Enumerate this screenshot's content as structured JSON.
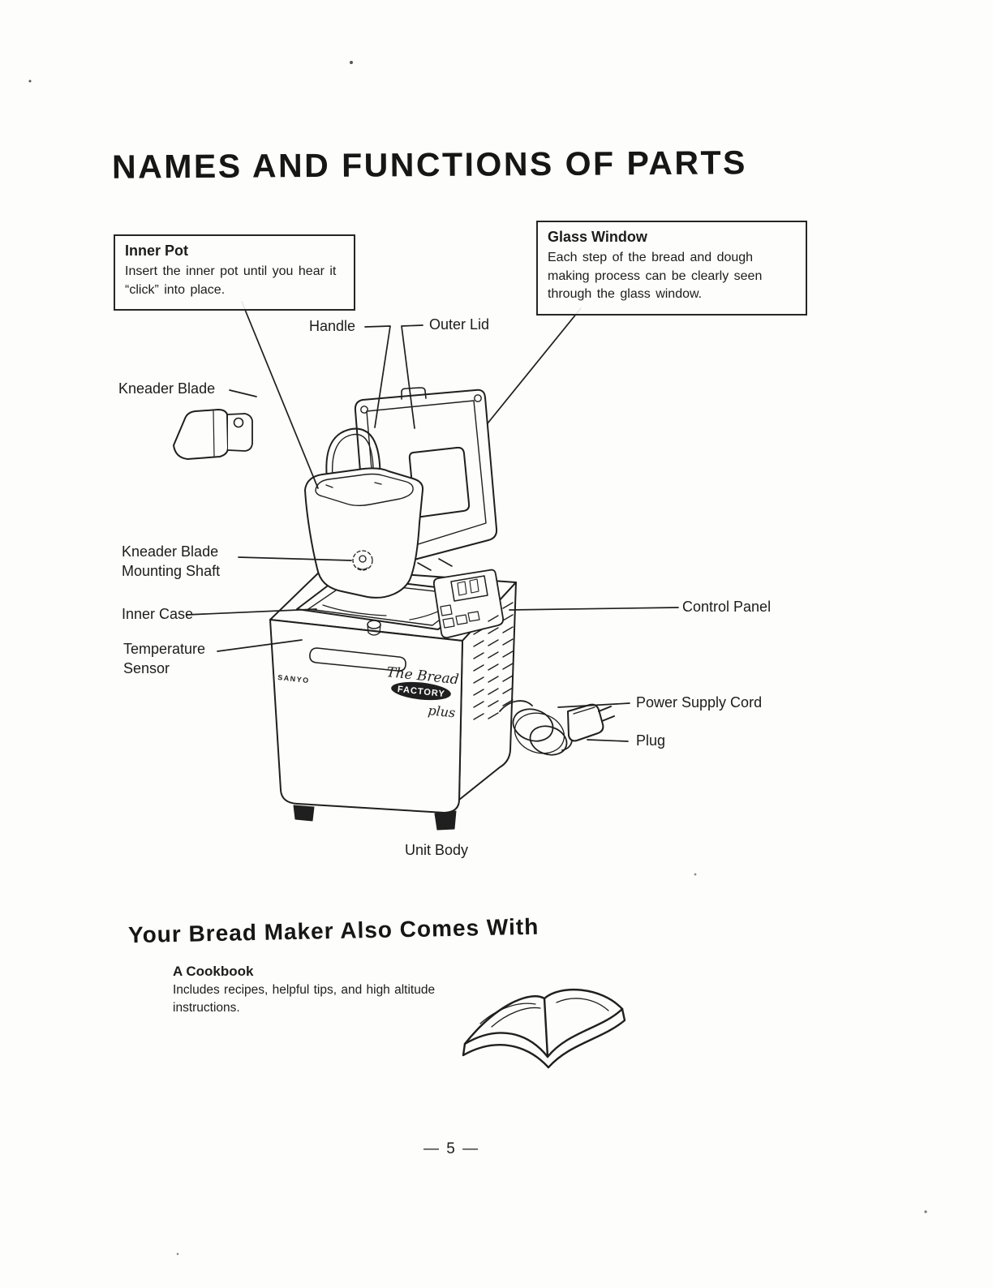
{
  "page": {
    "title": "NAMES AND FUNCTIONS OF PARTS",
    "page_number": "— 5 —"
  },
  "callouts": {
    "inner_pot": {
      "title": "Inner Pot",
      "body": "Insert the inner pot until you hear it “click” into place."
    },
    "glass_window": {
      "title": "Glass Window",
      "body": "Each step of the bread and dough making process can be clearly seen through the glass window."
    }
  },
  "labels": {
    "handle": "Handle",
    "outer_lid": "Outer Lid",
    "kneader_blade": "Kneader Blade",
    "kneader_blade_mounting_shaft": "Kneader Blade\nMounting Shaft",
    "inner_case": "Inner Case",
    "temperature_sensor": "Temperature\nSensor",
    "control_panel": "Control Panel",
    "power_supply_cord": "Power Supply Cord",
    "plug": "Plug",
    "unit_body": "Unit Body"
  },
  "machine": {
    "brand": "SANYO",
    "logo_line1": "The Bread",
    "logo_line2": "FACTORY",
    "logo_line3": "plus"
  },
  "extras": {
    "heading": "Your Bread Maker Also Comes With",
    "cookbook_title": "A Cookbook",
    "cookbook_body": "Includes recipes, helpful tips, and high altitude instructions."
  }
}
